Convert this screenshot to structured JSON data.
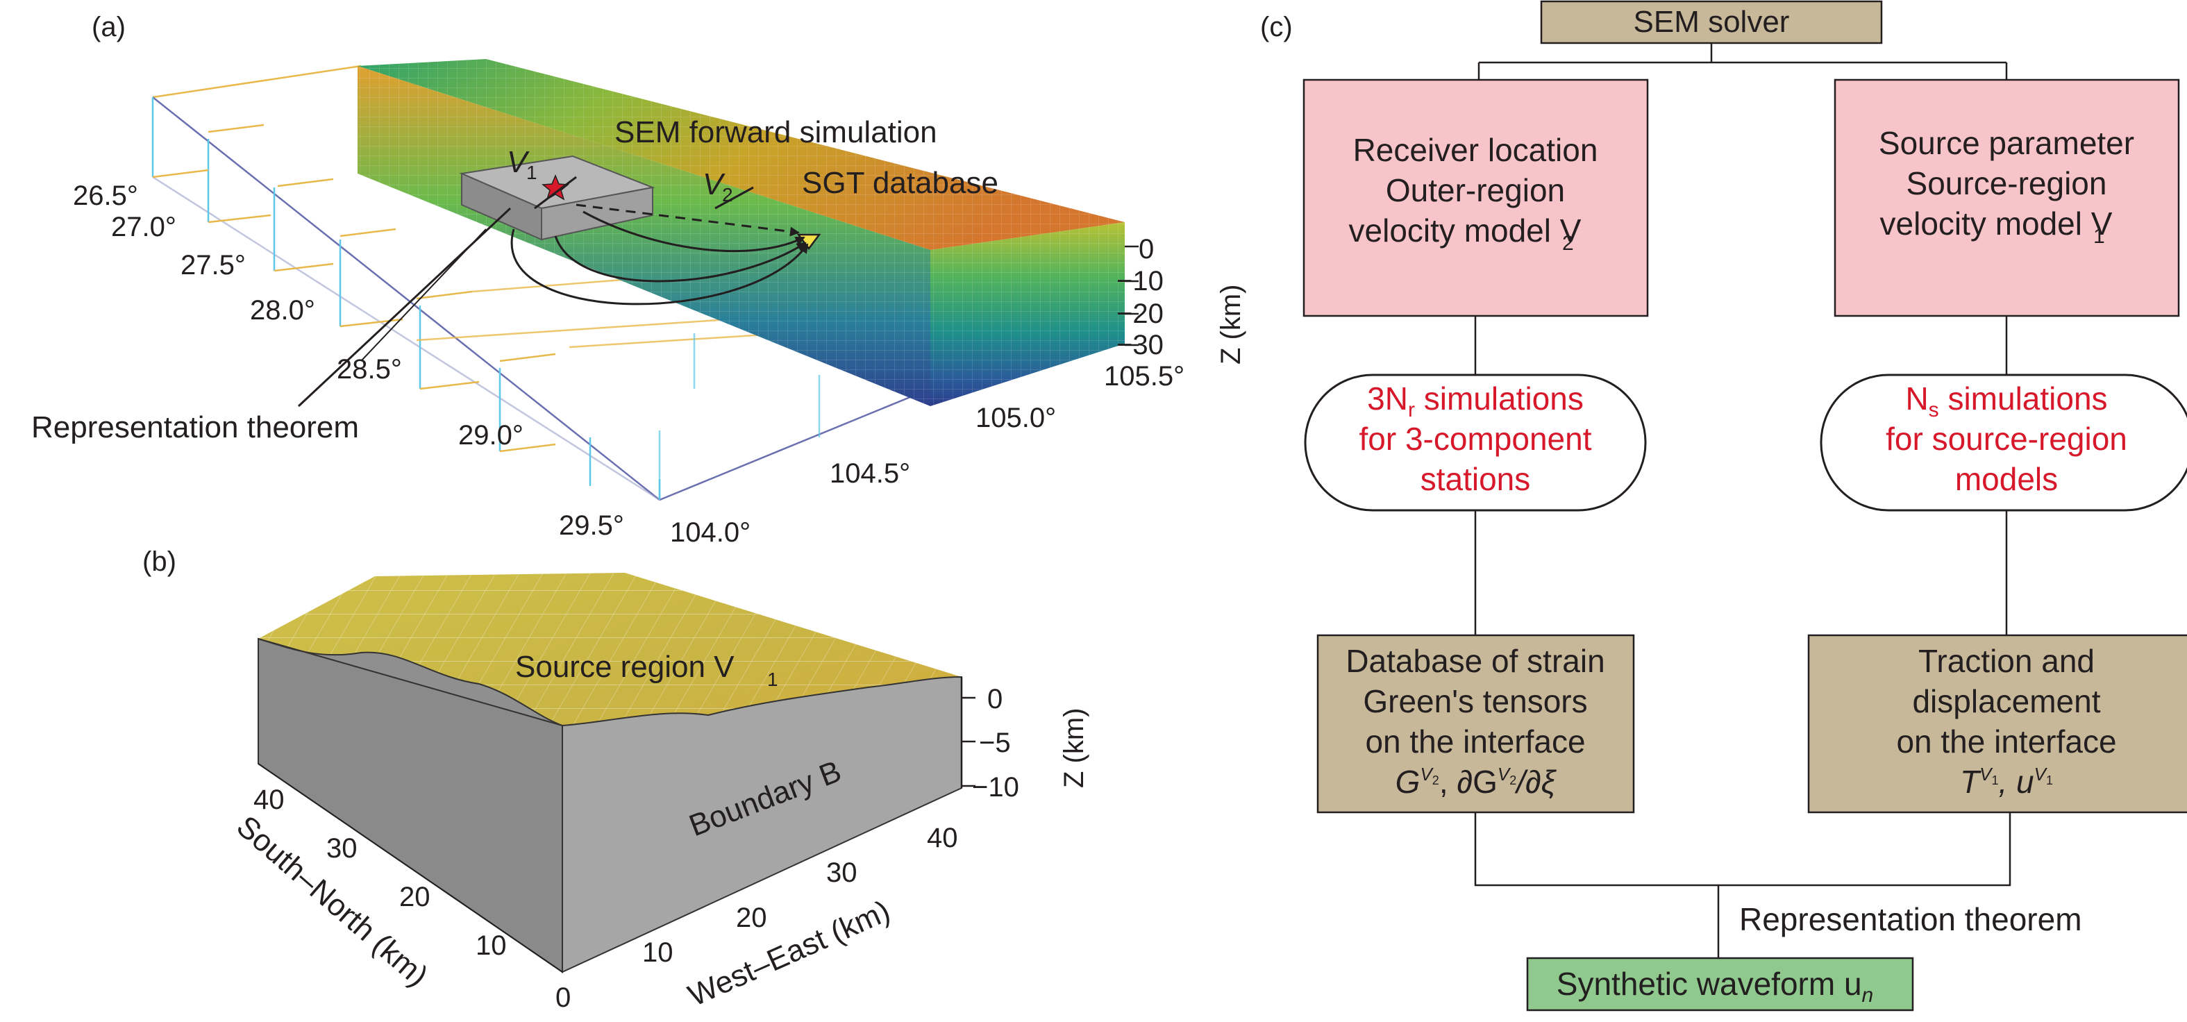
{
  "panel_a": {
    "label": "(a)",
    "sem_forward": "SEM forward simulation",
    "sgt_database": "SGT database",
    "v1": "V",
    "v1_sub": "1",
    "v2": "V",
    "v2_sub": "2",
    "representation": "Representation theorem",
    "lat_ticks": [
      "26.5°",
      "27.0°",
      "27.5°",
      "28.0°",
      "28.5°",
      "29.0°",
      "29.5°"
    ],
    "lon_ticks": [
      "104.0°",
      "104.5°",
      "105.0°",
      "105.5°"
    ],
    "depth_ticks": [
      "0",
      "−10",
      "−20",
      "−30"
    ],
    "z_axis": "Z (km)"
  },
  "panel_b": {
    "label": "(b)",
    "source_region": "Source region V",
    "source_sub": "1",
    "boundary": "Boundary B",
    "sn_axis": "South–North (km)",
    "we_axis": "West–East (km)",
    "sn_ticks": [
      "10",
      "20",
      "30",
      "40"
    ],
    "we_ticks": [
      "0",
      "10",
      "20",
      "30",
      "40"
    ],
    "depth_ticks": [
      "0",
      "−5",
      "−10"
    ],
    "z_axis": "Z (km)"
  },
  "panel_c": {
    "label": "(c)",
    "sem_solver": "SEM solver",
    "left_box": [
      "Receiver location",
      "Outer-region",
      "velocity model V"
    ],
    "left_sub": "2",
    "right_box": [
      "Source parameter",
      "Source-region",
      "velocity model V"
    ],
    "right_sub": "1",
    "left_sim": [
      "3N",
      "r",
      " simulations",
      "for 3-component",
      "stations"
    ],
    "right_sim": [
      "N",
      "s",
      " simulations",
      "for source-region",
      "models"
    ],
    "left_db": [
      "Database of strain",
      "Green's tensors",
      "on the interface"
    ],
    "left_db_formula": [
      "G",
      "V",
      "2",
      ", ∂G",
      "V",
      "2",
      "/∂ξ"
    ],
    "right_db": [
      "Traction and",
      "displacement",
      "on the interface"
    ],
    "right_db_formula": [
      "T",
      "V",
      "1",
      ", u",
      "V",
      "1"
    ],
    "representation": "Representation theorem",
    "synthetic": "Synthetic waveform u",
    "synthetic_sub": "n"
  },
  "colors": {
    "tan_box": "#c8b89a",
    "pink_box": "#f6c4c9",
    "green_box": "#8fc98d",
    "red_text": "#d7182a",
    "gray_block": "#8c8c8c"
  }
}
